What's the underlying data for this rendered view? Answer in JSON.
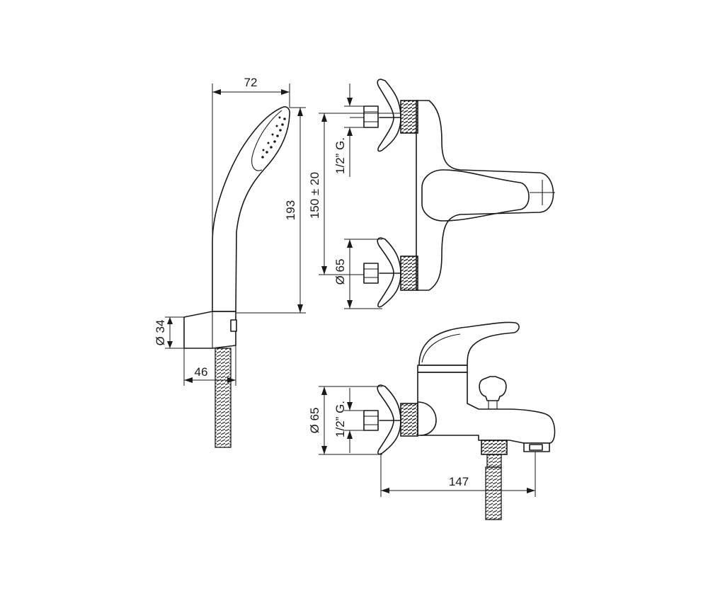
{
  "dimensions": {
    "shower_width": "72",
    "shower_height": "193",
    "center_distance": "150 ± 20",
    "thread_top": "1/2” G.",
    "rosette_top": "Ø 65",
    "holder_diameter": "Ø 34",
    "holder_depth": "46",
    "rosette_front": "Ø 65",
    "thread_front": "1/2” G.",
    "spout_projection": "147"
  }
}
